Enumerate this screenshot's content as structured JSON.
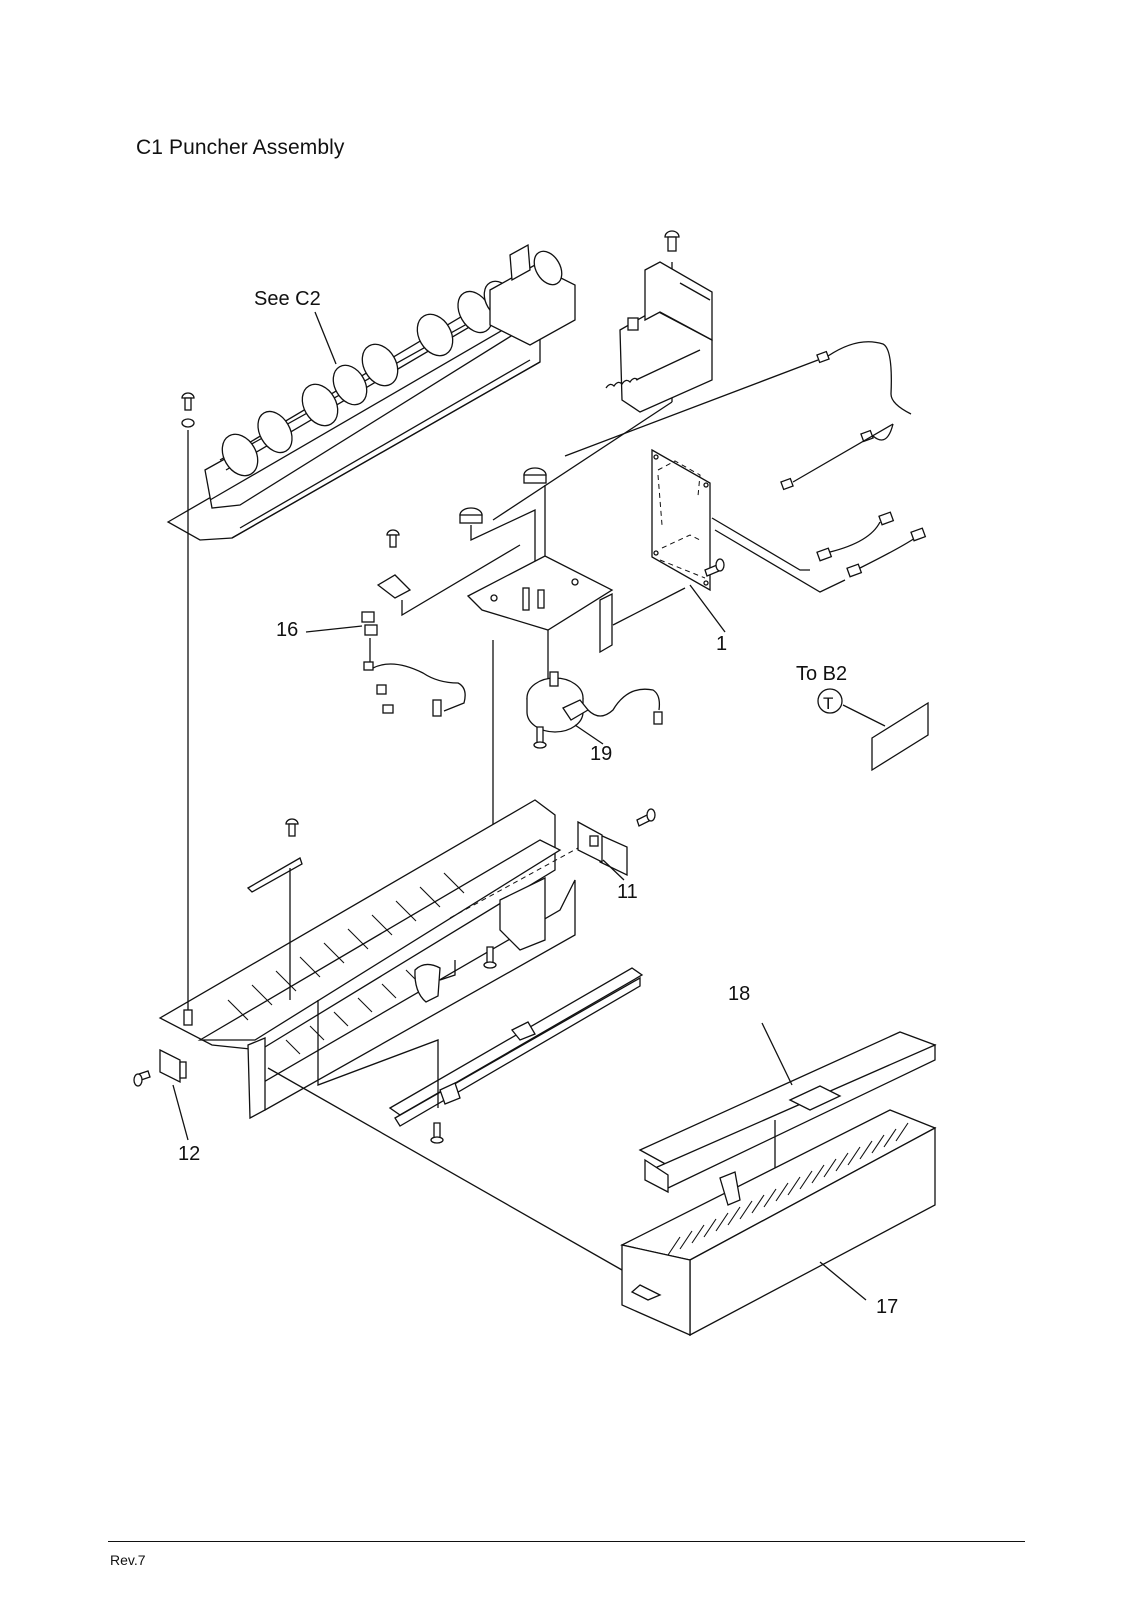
{
  "page": {
    "title": "C1 Puncher Assembly",
    "footer": {
      "revision": "Rev.7"
    }
  },
  "diagram": {
    "references": [
      {
        "id": "see-c2",
        "text": "See C2"
      },
      {
        "id": "to-b2",
        "text": "To B2",
        "symbol": "T"
      }
    ],
    "callouts": [
      {
        "id": "part-1",
        "label": "1"
      },
      {
        "id": "part-11",
        "label": "11"
      },
      {
        "id": "part-12",
        "label": "12"
      },
      {
        "id": "part-16",
        "label": "16"
      },
      {
        "id": "part-17",
        "label": "17"
      },
      {
        "id": "part-18",
        "label": "18"
      },
      {
        "id": "part-19",
        "label": "19"
      }
    ]
  }
}
